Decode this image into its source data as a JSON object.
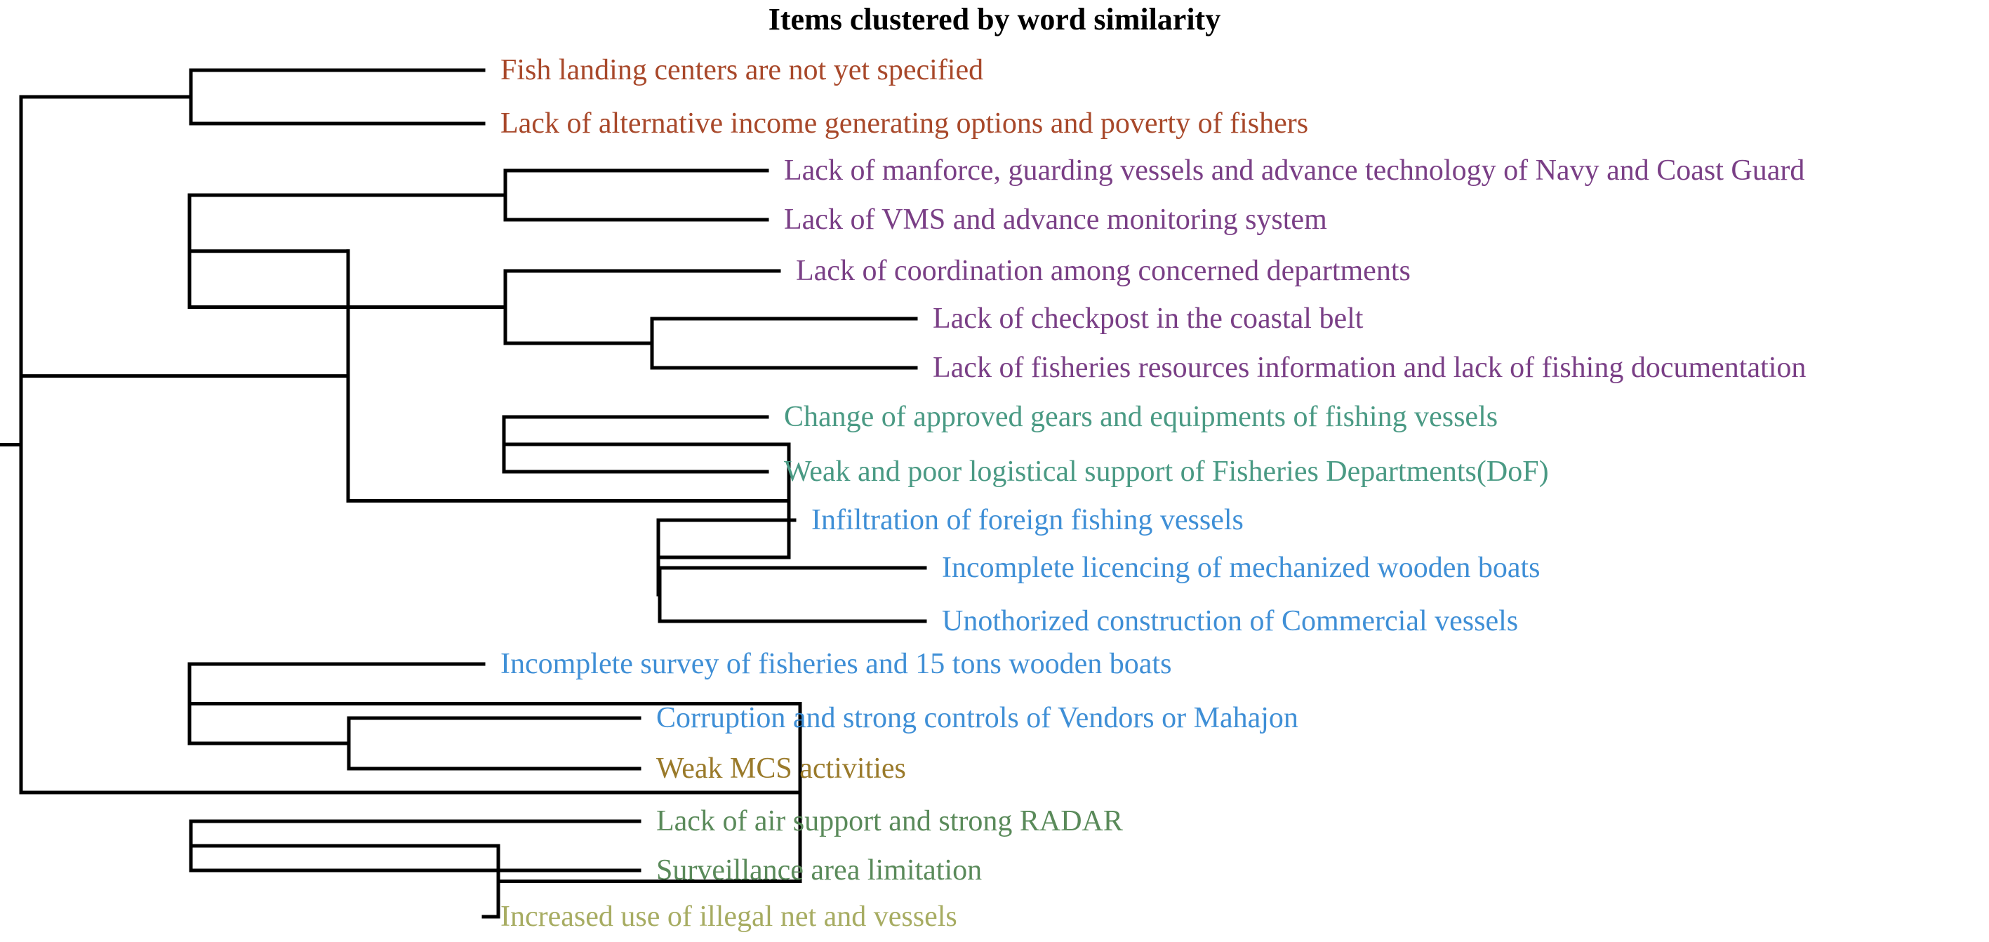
{
  "figure": {
    "title": "Items clustered by word similarity"
  },
  "palette": {
    "orange": "#a8482a",
    "purple": "#7a3f86",
    "teal": "#4a9a84",
    "blue": "#3f8fd6",
    "ochre": "#9a7a2a",
    "green": "#5a8a5a",
    "olive": "#a7ac62",
    "line": "#000000"
  },
  "leaves": [
    {
      "label": "Fish landing centers are not yet specified",
      "color": "orange"
    },
    {
      "label": "Lack of alternative income generating options and poverty of fishers",
      "color": "orange"
    },
    {
      "label": "Lack of manforce, guarding vessels and advance technology of Navy and Coast Guard",
      "color": "purple"
    },
    {
      "label": "Lack of VMS and advance monitoring system",
      "color": "purple"
    },
    {
      "label": "Lack of coordination among concerned departments",
      "color": "purple"
    },
    {
      "label": "Lack of checkpost in the coastal belt",
      "color": "purple"
    },
    {
      "label": "Lack of fisheries resources information and lack of fishing documentation",
      "color": "purple"
    },
    {
      "label": "Change of approved gears and equipments of fishing vessels",
      "color": "teal"
    },
    {
      "label": "Weak and poor logistical support of Fisheries Departments(DoF)",
      "color": "teal"
    },
    {
      "label": "Infiltration of foreign fishing vessels",
      "color": "blue"
    },
    {
      "label": "Incomplete licencing of mechanized wooden boats",
      "color": "blue"
    },
    {
      "label": "Unothorized construction of Commercial vessels",
      "color": "blue"
    },
    {
      "label": "Incomplete survey of fisheries and 15 tons wooden boats",
      "color": "blue"
    },
    {
      "label": "Corruption and strong controls of Vendors or Mahajon",
      "color": "blue"
    },
    {
      "label": "Weak MCS activities",
      "color": "ochre"
    },
    {
      "label": "Lack of air support and strong RADAR",
      "color": "green"
    },
    {
      "label": "Surveillance area limitation",
      "color": "green"
    },
    {
      "label": "Increased use of illegal net and vessels",
      "color": "olive"
    }
  ],
  "tree": {
    "children": [
      {
        "children": [
          {
            "leaf": 0
          },
          {
            "leaf": 1
          }
        ]
      },
      {
        "children": [
          {
            "children": [
              {
                "children": [
                  {
                    "leaf": 2
                  },
                  {
                    "leaf": 3
                  }
                ]
              },
              {
                "children": [
                  {
                    "leaf": 4
                  },
                  {
                    "children": [
                      {
                        "leaf": 5
                      },
                      {
                        "leaf": 6
                      }
                    ]
                  }
                ]
              }
            ]
          },
          {
            "children": [
              {
                "children": [
                  {
                    "leaf": 7
                  },
                  {
                    "leaf": 8
                  }
                ]
              },
              {
                "children": [
                  {
                    "leaf": 9
                  },
                  {
                    "children": [
                      {
                        "leaf": 10
                      },
                      {
                        "leaf": 11
                      }
                    ]
                  }
                ]
              }
            ]
          }
        ]
      },
      {
        "children": [
          {
            "children": [
              {
                "leaf": 12
              },
              {
                "children": [
                  {
                    "leaf": 13
                  },
                  {
                    "leaf": 14
                  }
                ]
              }
            ]
          },
          {
            "children": [
              {
                "children": [
                  {
                    "leaf": 15
                  },
                  {
                    "leaf": 16
                  }
                ]
              },
              {
                "leaf": 17
              }
            ]
          }
        ]
      }
    ]
  }
}
